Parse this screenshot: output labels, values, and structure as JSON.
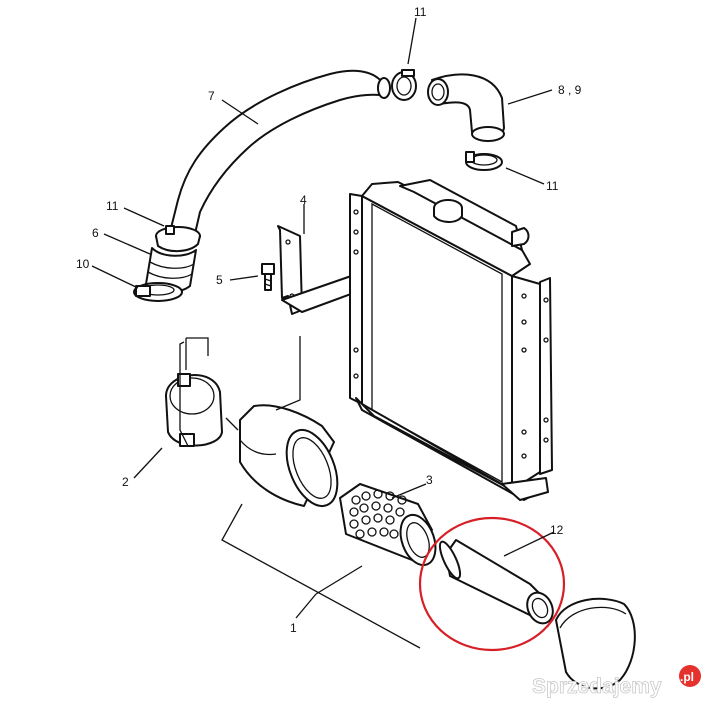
{
  "labels": {
    "l1": "1",
    "l2": "2",
    "l3": "3",
    "l4": "4",
    "l5": "5",
    "l6": "6",
    "l7": "7",
    "l8_9": "8 , 9",
    "l10": "10",
    "l11_top": "11",
    "l11_left": "11",
    "l11_right": "11",
    "l12": "12"
  },
  "highlight": {
    "color": "#d61f26",
    "target": "12"
  },
  "watermark": {
    "text": "Sprzedajemy",
    "suffix": ".pl",
    "badge_color": "#e5322d"
  }
}
